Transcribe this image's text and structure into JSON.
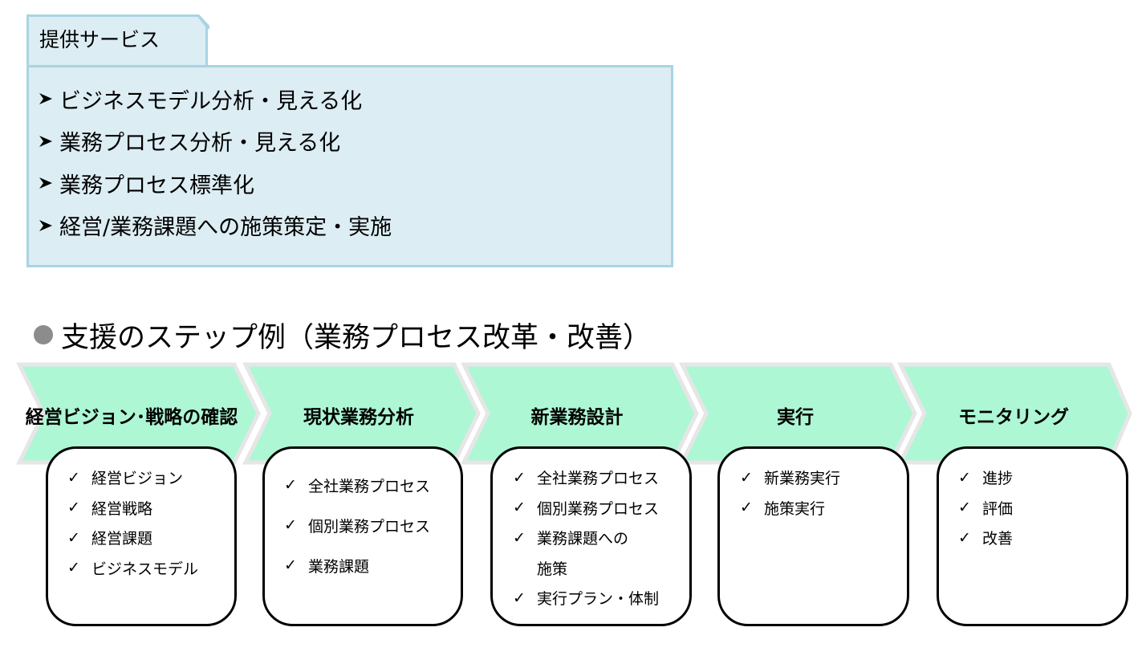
{
  "services": {
    "tab_label": "提供サービス",
    "items": [
      "ビジネスモデル分析・見える化",
      "業務プロセス分析・見える化",
      "業務プロセス標準化",
      "経営/業務課題への施策策定・実施"
    ]
  },
  "steps_section": {
    "heading": "支援のステップ例（業務プロセス改革・改善）",
    "steps": [
      {
        "title": "経営ビジョン･戦略の確認",
        "items": [
          "経営ビジョン",
          "経営戦略",
          "経営課題",
          "ビジネスモデル"
        ]
      },
      {
        "title": "現状業務分析",
        "items": [
          "全社業務プロセス",
          "個別業務プロセス",
          "業務課題"
        ]
      },
      {
        "title": "新業務設計",
        "items": [
          "全社業務プロセス",
          "個別業務プロセス",
          "業務課題への",
          "施策",
          "実行プラン・体制"
        ]
      },
      {
        "title": "実行",
        "items": [
          "新業務実行",
          "施策実行"
        ]
      },
      {
        "title": "モニタリング",
        "items": [
          "進捗",
          "評価",
          "改善"
        ]
      }
    ]
  },
  "colors": {
    "panel_fill": "#dcedf3",
    "panel_border": "#a8d4e3",
    "chevron_fill": "#adf7d5",
    "chevron_edge": "#e6e6e6",
    "bullet": "#8c8c8c"
  },
  "icons": {
    "list_bullet": "right-arrowhead-icon",
    "check": "check-mark-icon",
    "heading_bullet": "filled-circle-icon"
  }
}
